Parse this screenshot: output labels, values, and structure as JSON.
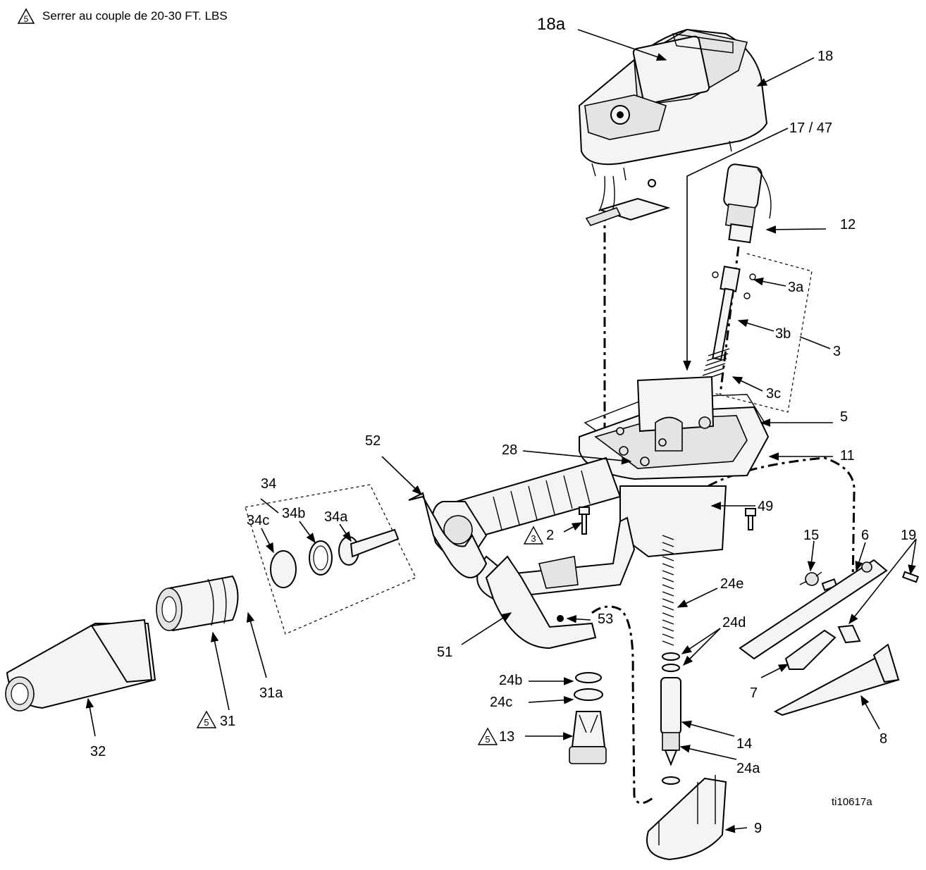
{
  "note": {
    "symbol": "5",
    "text": "Serrer au couple de 20-30 FT. LBS"
  },
  "labels": {
    "p18a": "18a",
    "p18": "18",
    "p17_47": "17 / 47",
    "p12": "12",
    "p3a": "3a",
    "p3b": "3b",
    "p3": "3",
    "p3c": "3c",
    "p5": "5",
    "p11": "11",
    "p28": "28",
    "p49": "49",
    "p52": "52",
    "p34": "34",
    "p34c": "34c",
    "p34b": "34b",
    "p34a": "34a",
    "p2": "2",
    "p2_sym": "3",
    "p15": "15",
    "p6": "6",
    "p19": "19",
    "p24e": "24e",
    "p53": "53",
    "p24d": "24d",
    "p51": "51",
    "p24b": "24b",
    "p24c": "24c",
    "p13": "13",
    "p13_sym": "5",
    "p14": "14",
    "p24a": "24a",
    "p7": "7",
    "p8": "8",
    "p9": "9",
    "p31": "31",
    "p31_sym": "5",
    "p31a": "31a",
    "p32": "32",
    "ref": "ti10617a"
  }
}
